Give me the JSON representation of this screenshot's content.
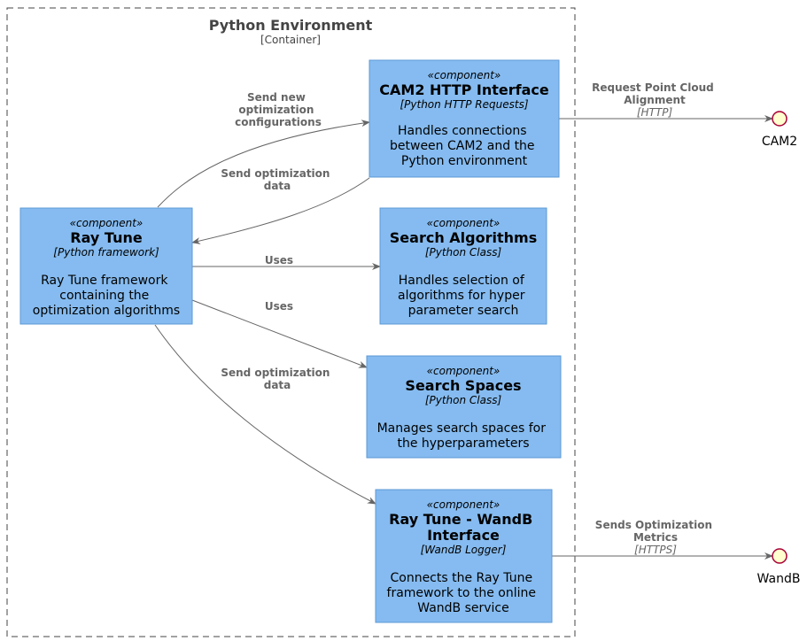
{
  "boundary": {
    "title": "Python Environment",
    "type": "[Container]"
  },
  "components": {
    "cam2_http": {
      "stereotype": "«component»",
      "title": [
        "CAM2 HTTP Interface"
      ],
      "technology": "[Python HTTP Requests]",
      "description": [
        "Handles connections",
        "between CAM2 and the",
        "Python environment"
      ]
    },
    "ray_tune": {
      "stereotype": "«component»",
      "title": [
        "Ray Tune"
      ],
      "technology": "[Python framework]",
      "description": [
        "Ray Tune framework",
        "containing the",
        "optimization algorithms"
      ]
    },
    "search_algorithms": {
      "stereotype": "«component»",
      "title": [
        "Search Algorithms"
      ],
      "technology": "[Python Class]",
      "description": [
        "Handles selection of",
        "algorithms for hyper",
        "parameter search"
      ]
    },
    "search_spaces": {
      "stereotype": "«component»",
      "title": [
        "Search Spaces"
      ],
      "technology": "[Python Class]",
      "description": [
        "Manages search spaces for",
        "the hyperparameters"
      ]
    },
    "wandb_interface": {
      "stereotype": "«component»",
      "title": [
        "Ray Tune - WandB",
        "Interface"
      ],
      "technology": "[WandB Logger]",
      "description": [
        "Connects the Ray Tune",
        "framework to the online",
        "WandB service"
      ]
    }
  },
  "interfaces": {
    "cam2": {
      "label": "CAM2"
    },
    "wandb": {
      "label": "WandB"
    }
  },
  "relations": {
    "send_new_configs": {
      "label": [
        "Send new",
        "optimization",
        "configurations"
      ]
    },
    "send_opt_data_top": {
      "label": [
        "Send optimization",
        "data"
      ]
    },
    "uses_algorithms": {
      "label": [
        "Uses"
      ]
    },
    "uses_spaces": {
      "label": [
        "Uses"
      ]
    },
    "send_opt_data_bottom": {
      "label": [
        "Send optimization",
        "data"
      ]
    },
    "request_alignment": {
      "label": [
        "Request Point Cloud",
        "Alignment"
      ],
      "technology": "[HTTP]"
    },
    "sends_metrics": {
      "label": [
        "Sends Optimization",
        "Metrics"
      ],
      "technology": "[HTTPS]"
    }
  }
}
